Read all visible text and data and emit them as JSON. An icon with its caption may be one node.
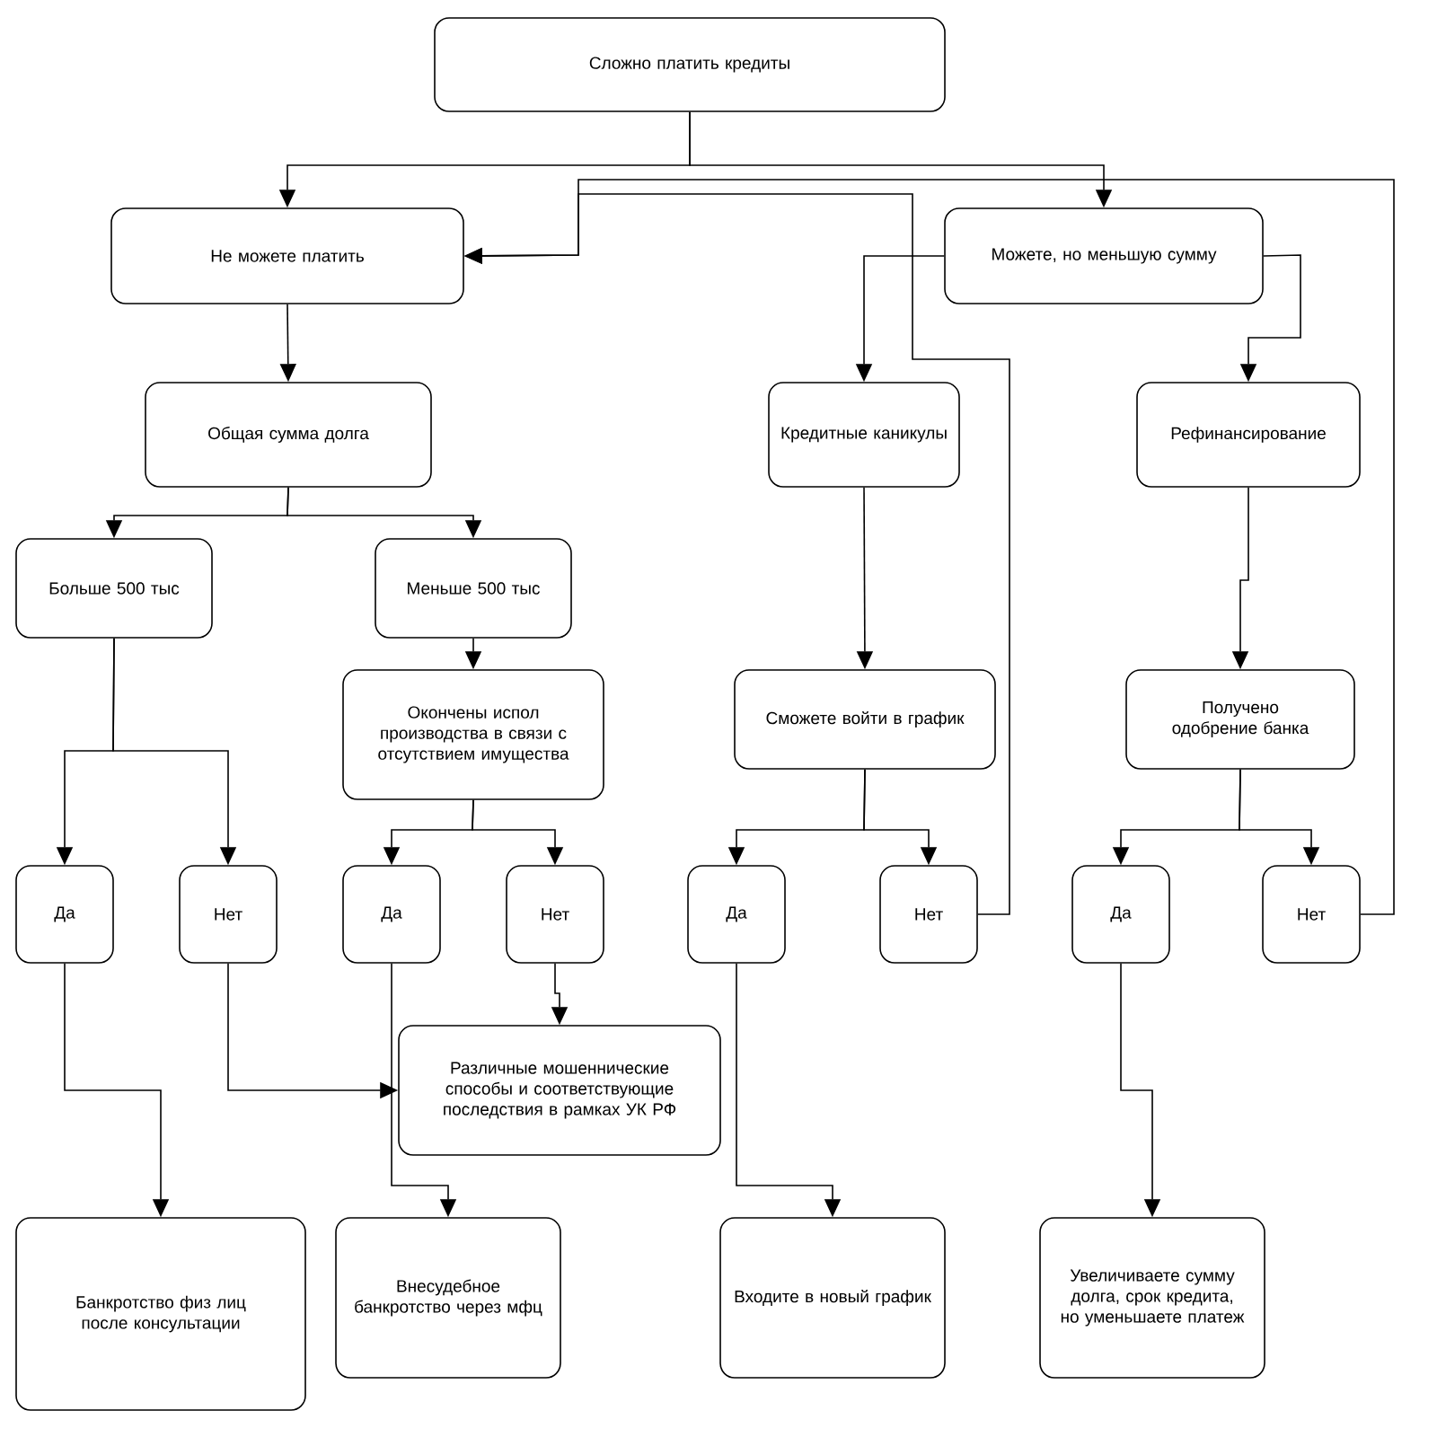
{
  "diagram": {
    "nodes": [
      {
        "text": [
          "Сложно платить кредиты"
        ]
      },
      {
        "text": [
          "Не можете платить"
        ]
      },
      {
        "text": [
          "Можете, но меньшую сумму"
        ]
      },
      {
        "text": [
          "Общая сумма долга"
        ]
      },
      {
        "text": [
          "Кредитные каникулы"
        ]
      },
      {
        "text": [
          "Рефинансирование"
        ]
      },
      {
        "text": [
          "Больше 500 тыс"
        ]
      },
      {
        "text": [
          "Меньше 500 тыс"
        ]
      },
      {
        "text": [
          "Окончены испол производства в связи с отсутствием имущества"
        ]
      },
      {
        "text": [
          "Сможете войти в график"
        ]
      },
      {
        "text": [
          "Получено одобрение банка"
        ]
      },
      {
        "text": [
          "Да"
        ]
      },
      {
        "text": [
          "Нет"
        ]
      },
      {
        "text": [
          "Да"
        ]
      },
      {
        "text": [
          "Нет"
        ]
      },
      {
        "text": [
          "Да"
        ]
      },
      {
        "text": [
          "Нет"
        ]
      },
      {
        "text": [
          "Да"
        ]
      },
      {
        "text": [
          "Нет"
        ]
      },
      {
        "text": [
          "Различные мошеннические способы и соответствующие последствия в рамках УК РФ"
        ]
      },
      {
        "text": [
          "Банкротство физ лиц после консультации"
        ]
      },
      {
        "text": [
          "Внесудебное банкротство через мфц"
        ]
      },
      {
        "text": [
          "Входите в новый график"
        ]
      },
      {
        "text": [
          "Увеличиваете сумму долга, срок кредита, но уменьшаете платеж"
        ]
      }
    ],
    "edges": [
      {
        "from": 0,
        "to": 1,
        "arrow": "to"
      },
      {
        "from": 0,
        "to": 2,
        "arrow": "to"
      },
      {
        "from": 2,
        "to": 4,
        "arrow": "to"
      },
      {
        "from": 2,
        "to": 5,
        "arrow": "to"
      },
      {
        "from": 1,
        "to": 3,
        "arrow": "to"
      },
      {
        "from": 3,
        "to": 6,
        "arrow": "to"
      },
      {
        "from": 3,
        "to": 7,
        "arrow": "to"
      },
      {
        "from": 7,
        "to": 8,
        "arrow": "to"
      },
      {
        "from": 6,
        "to": 11,
        "arrow": "to"
      },
      {
        "from": 6,
        "to": 12,
        "arrow": "to"
      },
      {
        "from": 8,
        "to": 13,
        "arrow": "to"
      },
      {
        "from": 8,
        "to": 14,
        "arrow": "to"
      },
      {
        "from": 4,
        "to": 9,
        "arrow": "to"
      },
      {
        "from": 5,
        "to": 10,
        "arrow": "to"
      },
      {
        "from": 9,
        "to": 15,
        "arrow": "to"
      },
      {
        "from": 9,
        "to": 16,
        "arrow": "to"
      },
      {
        "from": 10,
        "to": 17,
        "arrow": "to"
      },
      {
        "from": 10,
        "to": 18,
        "arrow": "to"
      },
      {
        "from": 11,
        "to": 20,
        "arrow": "to"
      },
      {
        "from": 12,
        "to": 19,
        "arrow": "to"
      },
      {
        "from": 13,
        "to": 21,
        "arrow": "to"
      },
      {
        "from": 14,
        "to": 19,
        "arrow": "to"
      },
      {
        "from": 15,
        "to": 22,
        "arrow": "to"
      },
      {
        "from": 17,
        "to": 23,
        "arrow": "to"
      },
      {
        "from": 16,
        "to": 1,
        "arrow": "to"
      },
      {
        "from": 18,
        "to": 1,
        "arrow": "to"
      }
    ]
  }
}
